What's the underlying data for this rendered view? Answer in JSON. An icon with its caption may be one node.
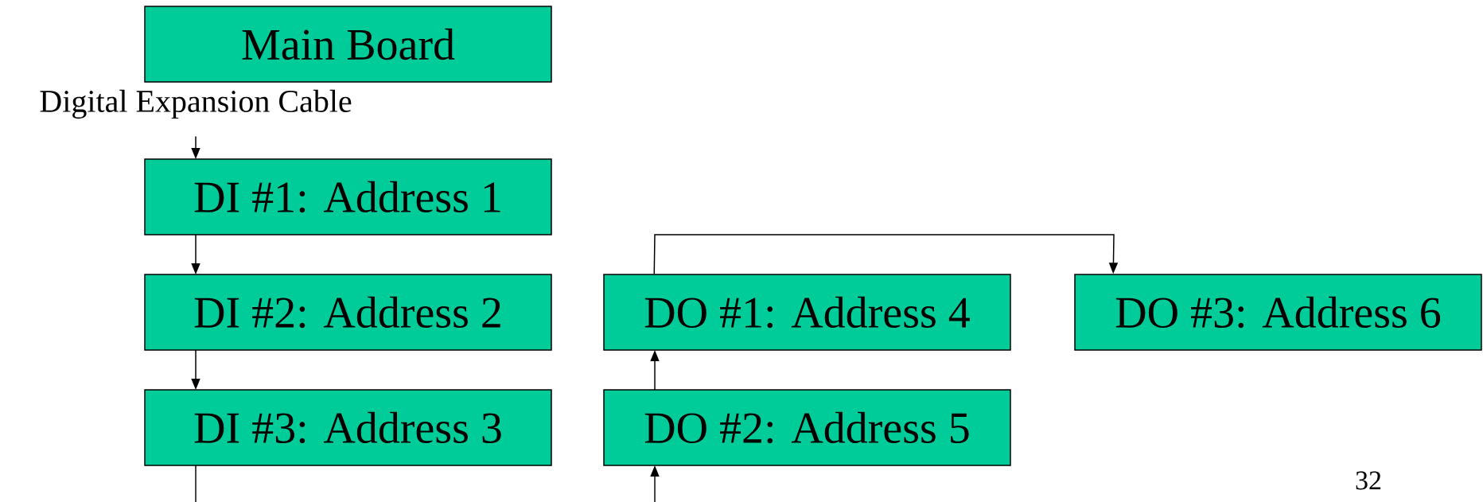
{
  "diagram": {
    "nodes": [
      {
        "text": [
          "Main Board"
        ]
      },
      {
        "text": [
          "Digital Expansion Cable"
        ]
      },
      {
        "text": [
          "DI #1: Address 1"
        ]
      },
      {
        "text": [
          "DI #2: Address 2"
        ]
      },
      {
        "text": [
          "DI #3: Address 3"
        ]
      },
      {
        "text": [
          "DO #1: Address 4"
        ]
      },
      {
        "text": [
          "DO #3: Address 6"
        ]
      },
      {
        "text": [
          "DO #2: Address 5"
        ]
      }
    ],
    "edges": [
      {
        "from": 1,
        "to": 2,
        "arrow": "to"
      },
      {
        "from": 2,
        "to": 3,
        "arrow": "to"
      },
      {
        "from": 3,
        "to": 4,
        "arrow": "to"
      },
      {
        "from": 4,
        "to": null,
        "arrow": "none"
      },
      {
        "from": null,
        "to": 7,
        "arrow": "to"
      },
      {
        "from": 7,
        "to": 5,
        "arrow": "to"
      },
      {
        "from": 5,
        "to": 6,
        "arrow": "to"
      }
    ],
    "labels": [
      "32"
    ]
  }
}
